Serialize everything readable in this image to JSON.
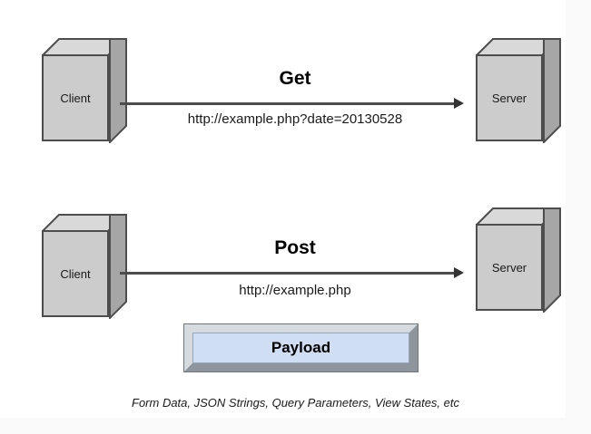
{
  "diagram": {
    "background_color": "#ffffff",
    "cube_front_color": "#cccccc",
    "cube_top_color": "#d9d9d9",
    "cube_side_color": "#a6a6a6",
    "cube_stroke_color": "#4d4d4d",
    "line_color": "#4d4d4d",
    "payload_fill_color": "#cfdef2",
    "payload_bevel_color": "#b8bec6"
  },
  "flows": [
    {
      "id": "get",
      "title": "Get",
      "url": "http://example.php?date=20130528",
      "source_label": "Client",
      "target_label": "Server"
    },
    {
      "id": "post",
      "title": "Post",
      "url": "http://example.php",
      "source_label": "Client",
      "target_label": "Server"
    }
  ],
  "payload": {
    "label": "Payload",
    "caption": "Form Data, JSON Strings, Query Parameters, View States, etc"
  }
}
